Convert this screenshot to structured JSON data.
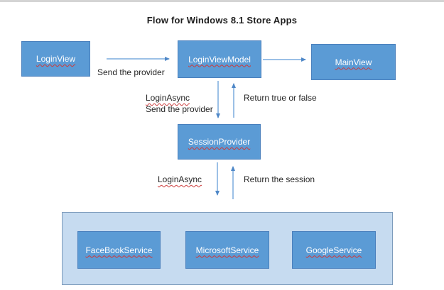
{
  "title": "Flow for Windows 8.1 Store Apps",
  "nodes": {
    "login_view": {
      "label": "LoginView"
    },
    "login_view_model": {
      "label": "LoginViewModel"
    },
    "main_view": {
      "label": "MainView"
    },
    "session_provider": {
      "label": "SessionProvider"
    },
    "facebook_service": {
      "label": "FaceBookService"
    },
    "microsoft_service": {
      "label": "MicrosoftService"
    },
    "google_service": {
      "label": "GoogleService"
    }
  },
  "edge_labels": {
    "send_the_provider_1": "Send the provider",
    "login_async_1": "LoginAsync",
    "send_the_provider_2": "Send the provider",
    "return_true_or_false": "Return true or false",
    "login_async_2": "LoginAsync",
    "return_the_session": "Return the session"
  },
  "edges": [
    {
      "from": "LoginView",
      "to": "LoginViewModel",
      "label": "Send the provider"
    },
    {
      "from": "LoginViewModel",
      "to": "MainView",
      "label": ""
    },
    {
      "from": "LoginViewModel",
      "to": "SessionProvider",
      "label": "LoginAsync, Send the provider"
    },
    {
      "from": "SessionProvider",
      "to": "LoginViewModel",
      "label": "Return true or false"
    },
    {
      "from": "SessionProvider",
      "to": "ServicesGroup",
      "label": "LoginAsync"
    },
    {
      "from": "ServicesGroup",
      "to": "SessionProvider",
      "label": "Return the session"
    }
  ],
  "colors": {
    "node_fill": "#5b9bd5",
    "node_border": "#4a80bd",
    "node_text": "#ffffff",
    "container_fill": "#c6dbf0",
    "container_border": "#7d9cbc",
    "arrow_line": "#7aabde",
    "arrow_head": "#4e87c7",
    "label_text": "#262626",
    "spellcheck_squiggle": "#cc3b3b",
    "top_strip": "#d4d4d4"
  }
}
